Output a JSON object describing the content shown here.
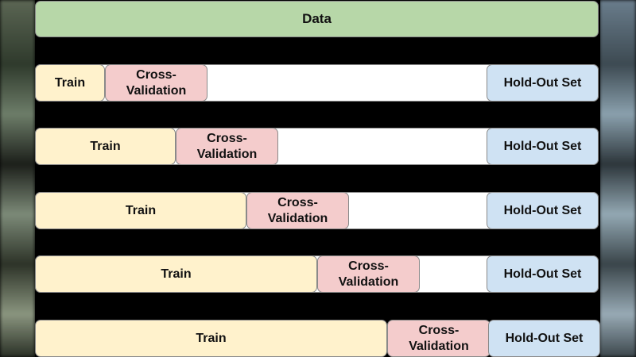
{
  "diagram": {
    "data_label": "Data",
    "rows": [
      {
        "train": "Train",
        "cross_validation": "Cross-\nValidation",
        "holdout": "Hold-Out Set"
      },
      {
        "train": "Train",
        "cross_validation": "Cross-\nValidation",
        "holdout": "Hold-Out Set"
      },
      {
        "train": "Train",
        "cross_validation": "Cross-\nValidation",
        "holdout": "Hold-Out Set"
      },
      {
        "train": "Train",
        "cross_validation": "Cross-\nValidation",
        "holdout": "Hold-Out Set"
      },
      {
        "train": "Train",
        "cross_validation": "Cross-\nValidation",
        "holdout": "Hold-Out Set"
      }
    ]
  },
  "colors": {
    "background": "#000000",
    "data": "#b7d7a8",
    "train": "#fff2cc",
    "cross_validation": "#f4cccc",
    "holdout": "#cfe2f3",
    "gap": "#ffffff"
  }
}
